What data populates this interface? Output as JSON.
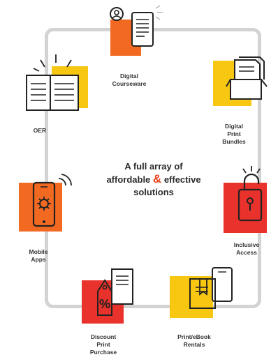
{
  "center": {
    "line1": "A full array of",
    "line2a": "affordable",
    "amp": "&",
    "line2b": "effective",
    "line3": "solutions"
  },
  "items": [
    {
      "label": "Digital\nCourseware",
      "icon": "tablet-user-icon"
    },
    {
      "label": "Digital\nPrint\nBundles",
      "icon": "open-box-icon"
    },
    {
      "label": "Inclusive\nAccess",
      "icon": "unlocked-padlock-icon"
    },
    {
      "label": "Print/eBook\nRentals",
      "icon": "book-and-tablet-icon"
    },
    {
      "label": "Discount\nPrint\nPurchase",
      "icon": "price-tag-icon"
    },
    {
      "label": "Mobile\nApps",
      "icon": "phone-gear-icon"
    },
    {
      "label": "OER",
      "icon": "open-book-icon"
    }
  ],
  "colors": {
    "orange": "#f26a21",
    "yellow": "#f7c712",
    "red": "#e8322b",
    "ring": "#d3d3d3",
    "ink": "#333333"
  }
}
